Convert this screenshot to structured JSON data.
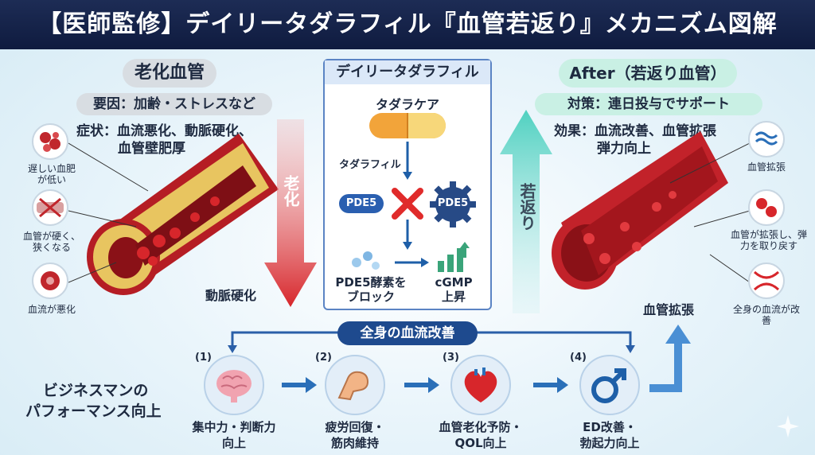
{
  "header": {
    "title": "【医師監修】デイリータダラフィル『血管若返り』メカニズム図解"
  },
  "left": {
    "title": "老化血管",
    "cause": "要因：加齢・ストレスなど",
    "symptom_line1": "症状：血流悪化、動脈硬化、",
    "symptom_line2": "血管壁肥厚",
    "side_labels": [
      "遅しい血肥が低い",
      "血管が硬く、狭くなる",
      "血流が悪化"
    ],
    "artery_label": "動脈硬化",
    "arrow_label": "老化"
  },
  "center": {
    "title": "デイリータダラフィル",
    "product": "タダラケア",
    "drug": "タダラフィル",
    "enzyme1": "PDE5",
    "enzyme2": "PDE5",
    "block_line1": "PDE5酵素を",
    "block_line2": "ブロック",
    "cgmp_line1": "cGMP",
    "cgmp_line2": "上昇"
  },
  "right": {
    "title": "After（若返り血管）",
    "measure": "対策：連日投与でサポート",
    "effect_line1": "効果：血流改善、血管拡張",
    "effect_line2": "弾力向上",
    "side_labels": [
      "血管拡張",
      "血管が拡張し、弾力を取り戻す",
      "全身の血流が改善"
    ],
    "vessel_label": "血管拡張",
    "arrow_label": "若返り"
  },
  "bottom": {
    "banner": "全身の血流改善",
    "business_line1": "ビジネスマンの",
    "business_line2": "パフォーマンス向上",
    "steps": [
      {
        "num": "(1)",
        "line1": "集中力・判断力",
        "line2": "向上",
        "icon": "brain-icon"
      },
      {
        "num": "(2)",
        "line1": "疲労回復・",
        "line2": "筋肉維持",
        "icon": "muscle-arm-icon"
      },
      {
        "num": "(3)",
        "line1": "血管老化予防・",
        "line2": "QOL向上",
        "icon": "heart-icon"
      },
      {
        "num": "(4)",
        "line1": "ED改善・",
        "line2": "勃起力向上",
        "icon": "male-symbol-icon"
      }
    ]
  },
  "colors": {
    "header": "#0f1b3f",
    "red": "#d7262b",
    "teal": "#4fd1c0",
    "blue": "#1e5fa8",
    "gray_pill": "#d8dde2",
    "green_pill": "#c9f0e4"
  }
}
